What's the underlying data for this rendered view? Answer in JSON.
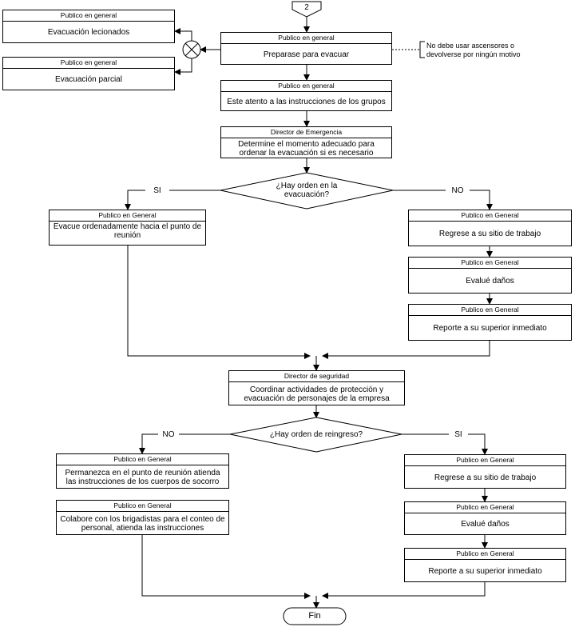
{
  "connector_start": "2",
  "nodes": {
    "evac_lecionados": {
      "role": "Publico en general",
      "text": "Evacuación lecionados"
    },
    "evac_parcial": {
      "role": "Publico en general",
      "text": "Evacuación parcial"
    },
    "preparase": {
      "role": "Publico en general",
      "text": "Preparase para evacuar"
    },
    "atento": {
      "role": "Publico en general",
      "text": "Este atento a las instrucciones de los grupos"
    },
    "determine": {
      "role": "Director de Emergencia",
      "text": "Determine el momento adecuado para ordenar la evacuación si es necesario"
    },
    "evacue": {
      "role": "Publico en General",
      "text": "Evacue ordenadamente hacia el punto de reunión"
    },
    "regrese1": {
      "role": "Publico en General",
      "text": "Regrese a su sitio de trabajo"
    },
    "evalue1": {
      "role": "Publico en General",
      "text": "Evalué daños"
    },
    "reporte1": {
      "role": "Publico en General",
      "text": "Reporte a su superior inmediato"
    },
    "coordinar": {
      "role": "Director de seguridad",
      "text": "Coordinar actividades de protección y evacuación de personajes de la empresa"
    },
    "permanezca": {
      "role": "Publico en General",
      "text": "Permanezca en el punto de reunión atienda las instrucciones de los cuerpos de socorro"
    },
    "colabore": {
      "role": "Publico en General",
      "text": "Colabore con los brigadistas para el conteo de personal, atienda las instrucciones"
    },
    "regrese2": {
      "role": "Publico en General",
      "text": "Regrese a su sitio de trabajo"
    },
    "evalue2": {
      "role": "Publico en General",
      "text": "Evalué daños"
    },
    "reporte2": {
      "role": "Publico en General",
      "text": "Reporte a su superior inmediato"
    }
  },
  "decisions": {
    "d1": {
      "question": "¿Hay orden en la evacuación?",
      "yes_label": "SI",
      "no_label": "NO"
    },
    "d2": {
      "question": "¿Hay orden de reingreso?",
      "no_label": "NO",
      "yes_label": "SI"
    }
  },
  "annotation": "No debe usar ascensores o devolverse por ningún motivo",
  "end_label": "Fin"
}
